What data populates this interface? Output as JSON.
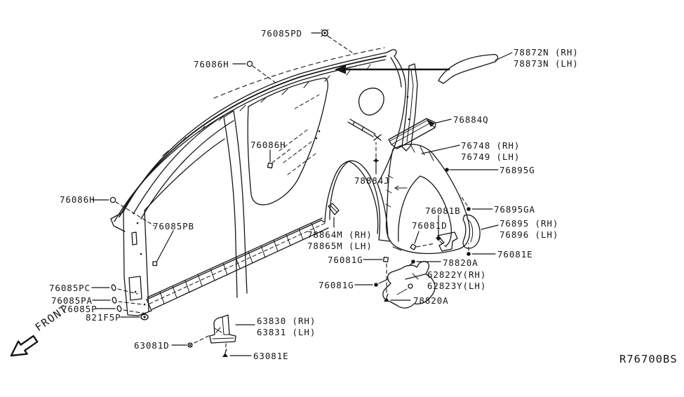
{
  "diagram": {
    "kind": "exploded-parts-diagram-body-side-panel",
    "drawing_ref": "R76700BS",
    "front_indicator": "FRONT",
    "callouts": [
      {
        "id": "76085PD",
        "lines": [
          "76085PD"
        ],
        "fastener": "grommet-icon"
      },
      {
        "id": "76086H-top",
        "lines": [
          "76086H"
        ],
        "fastener": "clip-circle-icon"
      },
      {
        "id": "78872N",
        "lines": [
          "78872N (RH)",
          "78873N (LH)"
        ]
      },
      {
        "id": "76884Q",
        "lines": [
          "76884Q"
        ]
      },
      {
        "id": "76086H-mid",
        "lines": [
          "76086H"
        ],
        "fastener": "clip-square-icon"
      },
      {
        "id": "76748",
        "lines": [
          "76748 (RH)",
          "76749 (LH)"
        ]
      },
      {
        "id": "76895G",
        "lines": [
          "76895G"
        ],
        "fastener": "clip-dot-icon"
      },
      {
        "id": "78884J",
        "lines": [
          "78884J"
        ],
        "fastener": "clip-star-icon"
      },
      {
        "id": "76086H-left",
        "lines": [
          "76086H"
        ],
        "fastener": "clip-circle-icon"
      },
      {
        "id": "76085PB",
        "lines": [
          "76085PB"
        ],
        "fastener": "clip-square-icon"
      },
      {
        "id": "76081B",
        "lines": [
          "76081B"
        ],
        "fastener": "clip-diamond-icon"
      },
      {
        "id": "76895GA",
        "lines": [
          "76895GA"
        ],
        "fastener": "clip-dot-icon"
      },
      {
        "id": "76081D",
        "lines": [
          "76081D"
        ],
        "fastener": "clip-pin-icon"
      },
      {
        "id": "76895",
        "lines": [
          "76895 (RH)",
          "76896 (LH)"
        ]
      },
      {
        "id": "78864M",
        "lines": [
          "78864M (RH)",
          "78865M (LH)"
        ]
      },
      {
        "id": "76081E",
        "lines": [
          "76081E"
        ],
        "fastener": "clip-dot-icon"
      },
      {
        "id": "76081G-upper",
        "lines": [
          "76081G"
        ],
        "fastener": "clip-square-icon"
      },
      {
        "id": "78820A-upper",
        "lines": [
          "78820A"
        ],
        "fastener": "clip-dot-icon"
      },
      {
        "id": "62822Y",
        "lines": [
          "62822Y(RH)",
          "62823Y(LH)"
        ]
      },
      {
        "id": "76081G-lower",
        "lines": [
          "76081G"
        ],
        "fastener": "clip-dot-icon"
      },
      {
        "id": "78820A-lower",
        "lines": [
          "78820A"
        ],
        "fastener": "clip-triangle-icon"
      },
      {
        "id": "76085PC",
        "lines": [
          "76085PC"
        ],
        "fastener": "clip-pin-icon"
      },
      {
        "id": "76085PA",
        "lines": [
          "76085PA"
        ],
        "fastener": "clip-pin-icon"
      },
      {
        "id": "76085P",
        "lines": [
          "76085P"
        ],
        "fastener": "clip-pin-icon"
      },
      {
        "id": "821F5P",
        "lines": [
          "821F5P"
        ],
        "fastener": "grommet-icon"
      },
      {
        "id": "63830",
        "lines": [
          "63830 (RH)",
          "63831 (LH)"
        ]
      },
      {
        "id": "63081D",
        "lines": [
          "63081D"
        ],
        "fastener": "screw-icon"
      },
      {
        "id": "63081E",
        "lines": [
          "63081E"
        ],
        "fastener": "clip-triangle-icon"
      }
    ]
  }
}
